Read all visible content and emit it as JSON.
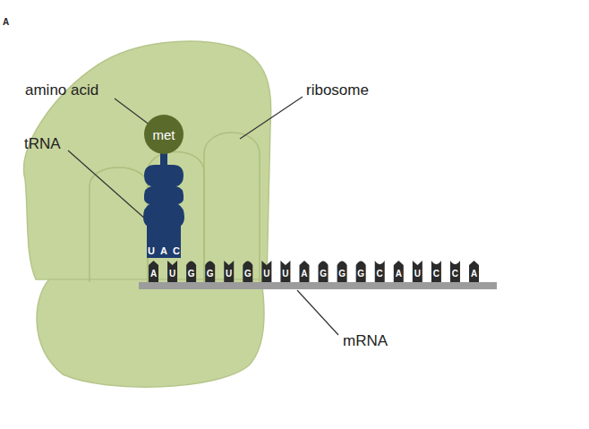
{
  "diagram": {
    "nodes": [
      {
        "text": [
          "met"
        ]
      },
      {
        "text": [
          "U",
          "A",
          "C"
        ]
      }
    ],
    "edges": [
      {
        "from": 0,
        "to": 1,
        "arrow": "none"
      }
    ],
    "labels": [
      "A",
      "amino acid",
      "ribosome",
      "tRNA",
      "mRNA",
      "A",
      "U",
      "G",
      "G",
      "U",
      "G",
      "U",
      "U",
      "A",
      "G",
      "G",
      "G",
      "C",
      "A",
      "U",
      "C",
      "C",
      "A"
    ]
  }
}
